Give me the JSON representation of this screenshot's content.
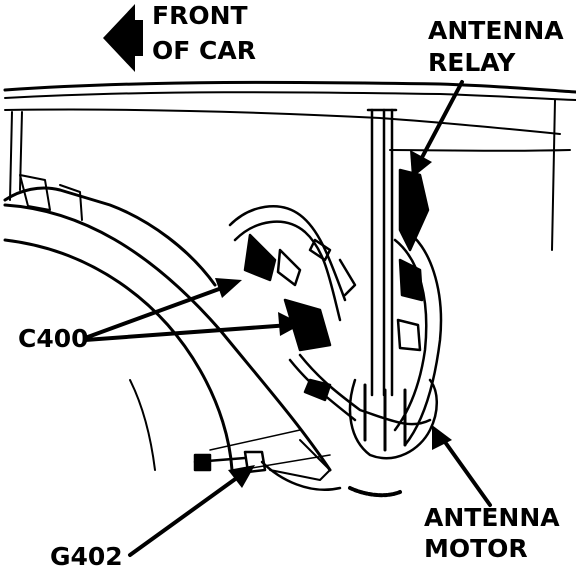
{
  "labels": {
    "front_line1": "FRONT",
    "front_line2": "OF CAR",
    "relay_line1": "ANTENNA",
    "relay_line2": "RELAY",
    "connector": "C400",
    "motor_line1": "ANTENNA",
    "motor_line2": "MOTOR",
    "ground": "G402"
  },
  "colors": {
    "ink": "#000000",
    "paper": "#ffffff"
  },
  "icons": [
    "left-arrow-icon"
  ]
}
